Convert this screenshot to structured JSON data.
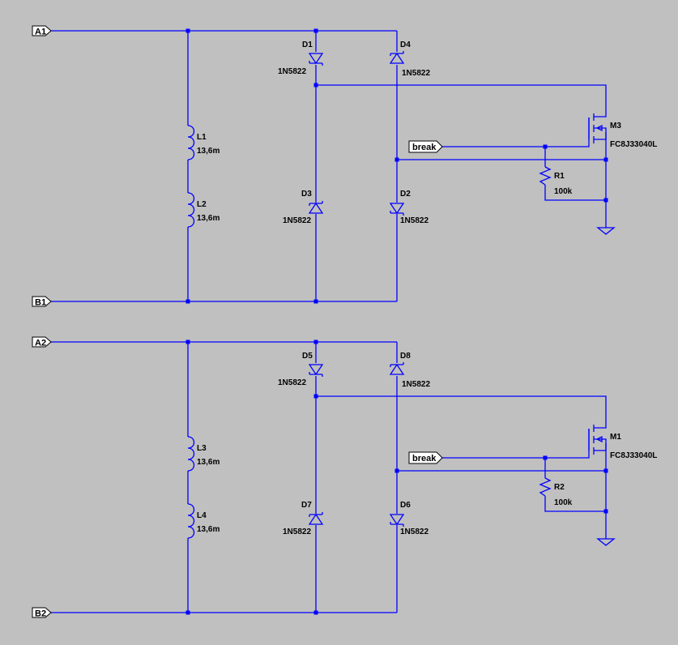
{
  "colors": {
    "background": "#c0c0c0",
    "wire": "#0000ff",
    "text": "#000000"
  },
  "circuits": [
    {
      "ports": {
        "a": "A1",
        "b": "B1",
        "break": "break"
      },
      "inductors": [
        {
          "ref": "L1",
          "value": "13,6m"
        },
        {
          "ref": "L2",
          "value": "13,6m"
        }
      ],
      "diodes": {
        "top_left": {
          "ref": "D1",
          "value": "1N5822"
        },
        "top_right": {
          "ref": "D4",
          "value": "1N5822"
        },
        "bottom_left": {
          "ref": "D3",
          "value": "1N5822"
        },
        "bottom_right": {
          "ref": "D2",
          "value": "1N5822"
        }
      },
      "mosfet": {
        "ref": "M3",
        "value": "FC8J33040L"
      },
      "resistor": {
        "ref": "R1",
        "value": "100k"
      }
    },
    {
      "ports": {
        "a": "A2",
        "b": "B2",
        "break": "break"
      },
      "inductors": [
        {
          "ref": "L3",
          "value": "13,6m"
        },
        {
          "ref": "L4",
          "value": "13,6m"
        }
      ],
      "diodes": {
        "top_left": {
          "ref": "D5",
          "value": "1N5822"
        },
        "top_right": {
          "ref": "D8",
          "value": "1N5822"
        },
        "bottom_left": {
          "ref": "D7",
          "value": "1N5822"
        },
        "bottom_right": {
          "ref": "D6",
          "value": "1N5822"
        }
      },
      "mosfet": {
        "ref": "M1",
        "value": "FC8J33040L"
      },
      "resistor": {
        "ref": "R2",
        "value": "100k"
      }
    }
  ]
}
